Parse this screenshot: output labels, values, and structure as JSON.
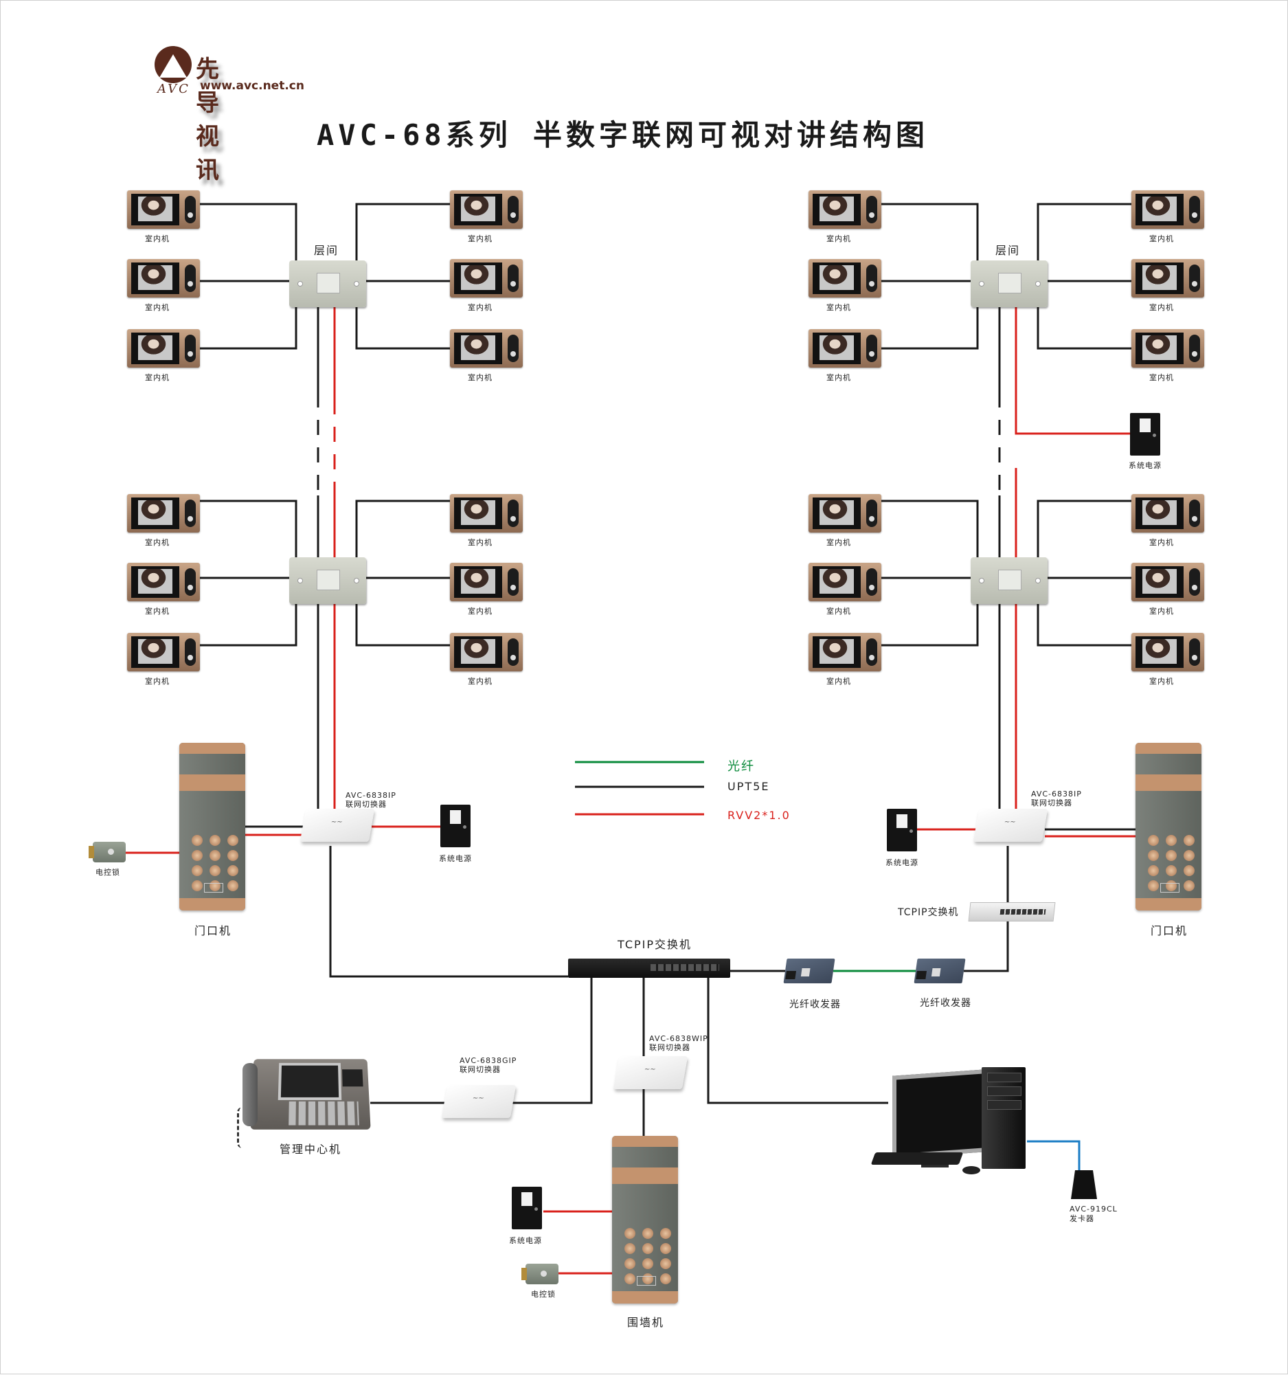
{
  "header": {
    "logo_cn": "先导视讯",
    "logo_abbr": "AVC",
    "logo_url": "www.avc.net.cn",
    "title": "AVC-68系列 半数字联网可视对讲结构图"
  },
  "legend": {
    "items": [
      {
        "label": "光纤",
        "color": "#0a8a3a"
      },
      {
        "label": "UPT5E",
        "color": "#1a1a1a"
      },
      {
        "label": "RVV2*1.0",
        "color": "#d9201b"
      }
    ]
  },
  "colors": {
    "fiber": "#0a8a3a",
    "utp": "#1a1a1a",
    "power": "#d9201b",
    "usb": "#1a7cc4",
    "brand": "#5a2a1d"
  },
  "devices": {
    "indoor_unit": "室内机",
    "floor_distributor": "层间",
    "power_supply": "系统电源",
    "electric_lock": "电控锁",
    "door_station": "门口机",
    "fence_station": "围墙机",
    "management_center": "管理中心机",
    "tcpip_switch": "TCPIP交换机",
    "fiber_transceiver": "光纤收发器",
    "switcher_left": {
      "model": "AVC-6838IP",
      "name": "联网切换器"
    },
    "switcher_right": {
      "model": "AVC-6838IP",
      "name": "联网切换器"
    },
    "switcher_mgmt": {
      "model": "AVC-6838GIP",
      "name": "联网切换器"
    },
    "switcher_fence": {
      "model": "AVC-6838WIP",
      "name": "联网切换器"
    },
    "card_issuer": {
      "model": "AVC-919CL",
      "name": "发卡器"
    }
  }
}
